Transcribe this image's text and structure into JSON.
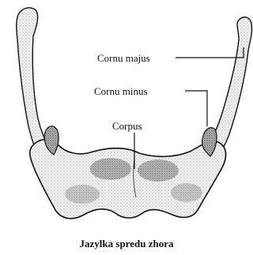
{
  "labels": {
    "cornu_majus": "Cornu majus",
    "cornu_minus": "Cornu minus",
    "corpus": "Corpus"
  },
  "caption": "Jazylka spredu zhora"
}
